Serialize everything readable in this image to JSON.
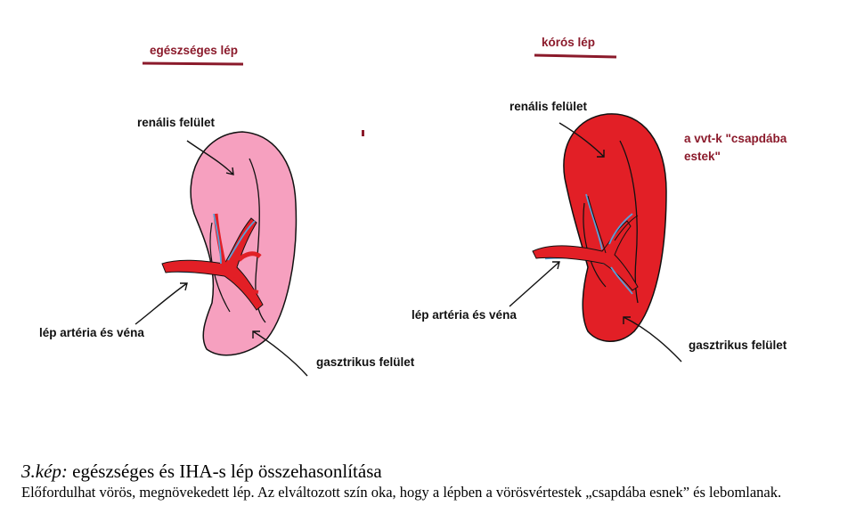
{
  "colors": {
    "healthy_spleen": "#f6a0bf",
    "diseased_spleen": "#e21f26",
    "vessel_red": "#e21f26",
    "vessel_blue": "#5aa0d8",
    "title_color": "#8b1a2b"
  },
  "panels": {
    "healthy": {
      "title": "egészséges lép",
      "renal_label": "renális felület",
      "vessel_label": "lép artéria és véna",
      "gastric_label": "gasztrikus felület"
    },
    "diseased": {
      "title": "kórós lép",
      "renal_label": "renális felület",
      "vessel_label": "lép artéria és véna",
      "gastric_label": "gasztrikus felület",
      "note_line1": "a vvt-k \"csapdába",
      "note_line2": "estek\""
    }
  },
  "caption": {
    "number": "3.kép:",
    "title": " egészséges és IHA-s lép összehasonlítása",
    "body": "Előfordulhat vörös, megnövekedett lép. Az elváltozott szín oka, hogy a lépben a vörösvértestek „csapdába esnek” és lebomlanak."
  }
}
